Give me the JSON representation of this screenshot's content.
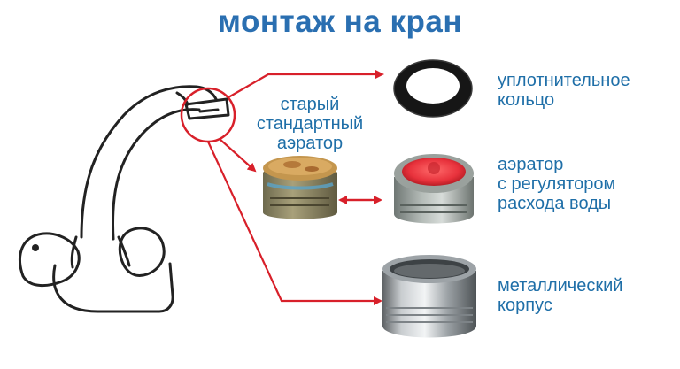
{
  "title": "монтаж на кран",
  "colors": {
    "title": "#2a6fb1",
    "label": "#1f6fa8",
    "arrow": "#d8202a",
    "outline": "#222222"
  },
  "old_aerator_label": [
    "старый",
    "стандартный",
    "аэратор"
  ],
  "parts": [
    {
      "name": "sealing-ring",
      "lines": [
        "уплотнительное",
        "кольцо"
      ]
    },
    {
      "name": "flow-regulator-aerator",
      "lines": [
        "аэратор",
        "с регулятором",
        "расхода воды"
      ]
    },
    {
      "name": "metal-housing",
      "lines": [
        "металлический",
        "корпус"
      ]
    }
  ]
}
